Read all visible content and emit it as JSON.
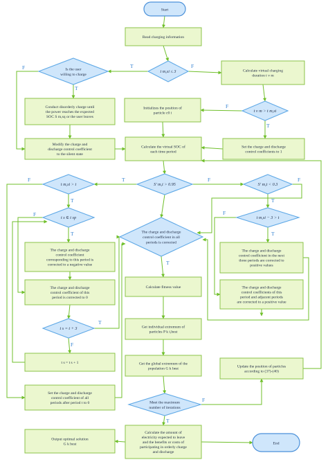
{
  "colors": {
    "box_fill": "#ebf7cf",
    "box_stroke": "#8bc34a",
    "decision_fill": "#cfe6fb",
    "decision_stroke": "#5ea8e6",
    "terminal_fill": "#cfe6fb",
    "terminal_stroke": "#4a90d9",
    "arrow": "#6fbf2a",
    "text": "#1e2a44",
    "label": "#2f7fd0"
  },
  "labels": {
    "true": "T",
    "false": "F"
  },
  "nodes": [
    {
      "id": "start",
      "kind": "terminal",
      "lines": [
        "Start"
      ]
    },
    {
      "id": "read-info",
      "kind": "process",
      "lines": [
        "Read charging information"
      ]
    },
    {
      "id": "tmi-le-3",
      "kind": "decision",
      "lines": [
        "t m,si ≤ 3"
      ]
    },
    {
      "id": "user-willing",
      "kind": "decision",
      "lines": [
        "Is the user",
        "willing to charge"
      ]
    },
    {
      "id": "calc-virtual-duration",
      "kind": "process",
      "lines": [
        "Calculate virtual charging",
        "duration t v m"
      ]
    },
    {
      "id": "disorderly-charge",
      "kind": "process",
      "lines": [
        "Conduct disorderly charge until",
        "the power reaches the expected",
        "SOC S m,sq or the user leaves"
      ]
    },
    {
      "id": "init-particle",
      "kind": "process",
      "lines": [
        "Initializes the position of",
        "particle c0 i"
      ]
    },
    {
      "id": "tv-gt-tm",
      "kind": "decision",
      "lines": [
        "t v m > t m,si"
      ]
    },
    {
      "id": "modify-coeff",
      "kind": "process",
      "lines": [
        "Modify the charge and",
        "discharge control coefficient",
        "to the silent state"
      ]
    },
    {
      "id": "set-coeff-1",
      "kind": "process",
      "lines": [
        "Set the charge and discharge",
        "control coefficients to 1"
      ]
    },
    {
      "id": "calc-virtual-soc",
      "kind": "process",
      "lines": [
        "Calculate the virtual SOC of",
        "each time period"
      ]
    },
    {
      "id": "tm-si-gt-t",
      "kind": "decision",
      "lines": [
        "t m,si > t"
      ]
    },
    {
      "id": "soc-gt-095",
      "kind": "decision",
      "lines": [
        "S' m,t > 0.95"
      ]
    },
    {
      "id": "soc-lt-03",
      "kind": "decision",
      "lines": [
        "S' m,t < 0.3"
      ]
    },
    {
      "id": "ts-in-tsp",
      "kind": "decision",
      "lines": [
        "t s ∈ t sp"
      ]
    },
    {
      "id": "coeff-corrected",
      "kind": "decision",
      "lines": [
        "The charge and discharge",
        "control coefficient in all",
        "periods is corrected"
      ]
    },
    {
      "id": "tm-si-3-gt-t",
      "kind": "decision",
      "lines": [
        "t m,si − 3 > t"
      ]
    },
    {
      "id": "corrected-negative",
      "kind": "process",
      "lines": [
        "The charge and discharge",
        "control coefficient",
        "corresponding to this period is",
        "corrected to a negative value"
      ]
    },
    {
      "id": "corrected-positive-next3",
      "kind": "process",
      "lines": [
        "The charge and discharge",
        "control coefficient in the next",
        "three periods are corrected to",
        "positive values"
      ]
    },
    {
      "id": "fitness",
      "kind": "process",
      "lines": [
        "Calculate fitness value"
      ]
    },
    {
      "id": "corrected-zero",
      "kind": "process",
      "lines": [
        "The charge and discharge",
        "control coefficient of this",
        "period is corrected to 0"
      ]
    },
    {
      "id": "corrected-positive-adjacent",
      "kind": "process",
      "lines": [
        "The charge and discharge",
        "control coefficients of this",
        "period and adjacent periods",
        "are corrected to a positive value"
      ]
    },
    {
      "id": "ts-eq-t3",
      "kind": "decision",
      "lines": [
        "t s = t + 3"
      ]
    },
    {
      "id": "individual-extremum",
      "kind": "process",
      "lines": [
        "Get individual extremum of",
        "particles P k i,best"
      ]
    },
    {
      "id": "ts-inc",
      "kind": "process",
      "lines": [
        "t s = t s + 1"
      ]
    },
    {
      "id": "global-extremum",
      "kind": "process",
      "lines": [
        "Get the global extremum of the",
        "population G k best"
      ]
    },
    {
      "id": "update-position",
      "kind": "process",
      "lines": [
        "Update the position of particles",
        "according to (37)-(40)"
      ]
    },
    {
      "id": "set-coeff-after",
      "kind": "process",
      "lines": [
        "Set the charge and discharge",
        "control coefficient of all",
        "periods after period t to 0"
      ]
    },
    {
      "id": "max-iter",
      "kind": "decision",
      "lines": [
        "Meet the maximum",
        "number of iterations"
      ]
    },
    {
      "id": "output",
      "kind": "process",
      "lines": [
        "Output optimal solution",
        "G k best"
      ]
    },
    {
      "id": "calc-electricity",
      "kind": "process",
      "lines": [
        "Calculate the amount of",
        "electricity expected to leave",
        "and the benefits or costs of",
        "participating in orderly charge",
        "and discharge"
      ]
    },
    {
      "id": "end",
      "kind": "terminal",
      "lines": [
        "End"
      ]
    }
  ]
}
